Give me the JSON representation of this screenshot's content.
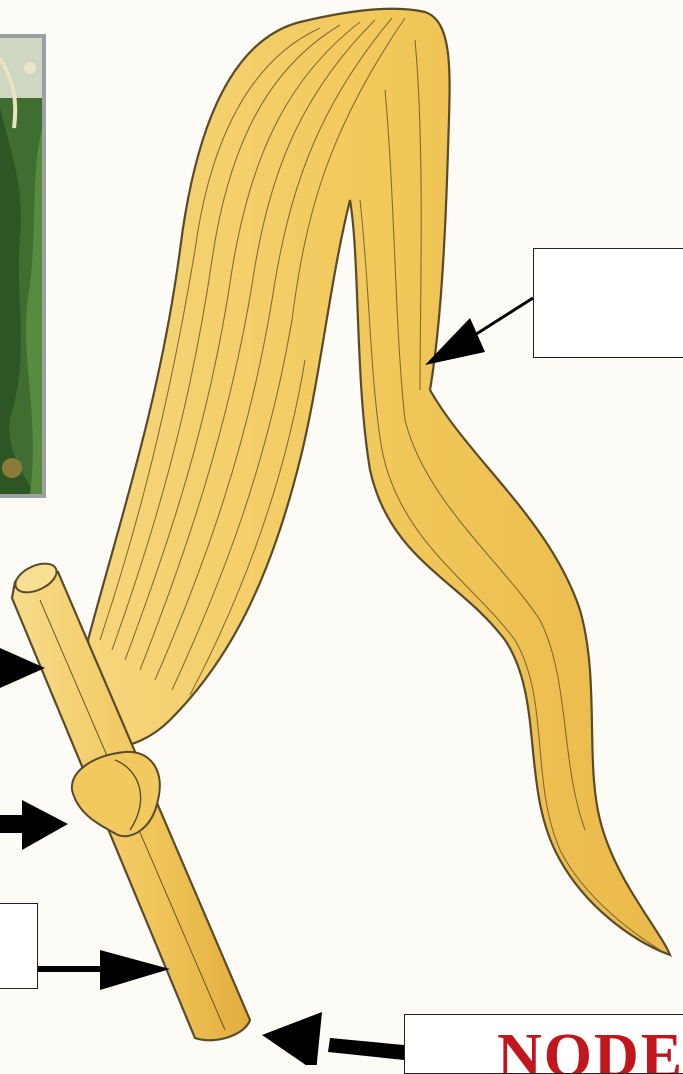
{
  "diagram": {
    "node_label": "NODE",
    "label_boxes": [
      {
        "id": "blade",
        "text": ""
      },
      {
        "id": "stem",
        "text": ""
      },
      {
        "id": "node",
        "text": "NODE"
      }
    ]
  },
  "colors": {
    "leaf_fill": "#f1c85a",
    "leaf_fill_light": "#f6d67c",
    "outline": "#5a4a2a",
    "arrow": "#000000",
    "label_red": "#c0161c",
    "photo_border": "#9aa0a3",
    "photo_green": "#3f6e30"
  },
  "photo_inset": {
    "subject": "corn-plants-photo"
  }
}
